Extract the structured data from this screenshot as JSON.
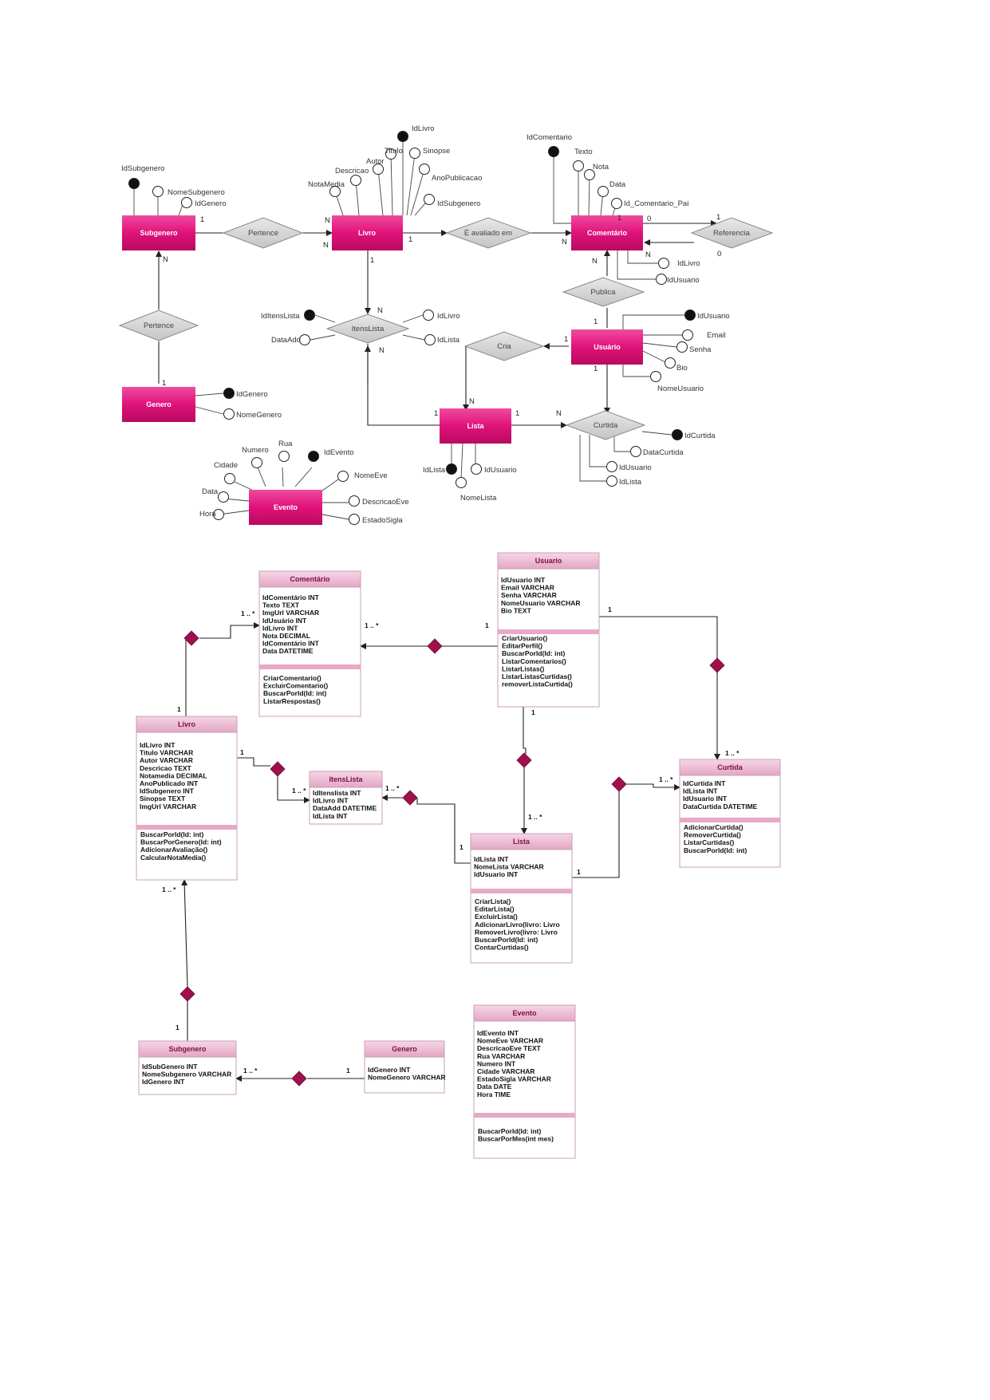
{
  "er": {
    "entities": {
      "subgenero": "Subgenero",
      "livro": "Livro",
      "comentario": "Comentário",
      "usuario": "Usuário",
      "genero": "Genero",
      "lista": "Lista",
      "evento": "Evento"
    },
    "relationships": {
      "pertence_top": "Pertence",
      "pertence_left": "Pertence",
      "avaliado": "É avaliado em",
      "referencia": "Referencia",
      "publica": "Publica",
      "itenslista": "ItensLista",
      "cria": "Cria",
      "curtida": "Curtida"
    },
    "attributes": {
      "subgenero": [
        "IdSubgenero",
        "NomeSubgenero",
        "IdGenero"
      ],
      "livro": [
        "IdLivro",
        "Sinopse",
        "Titulo",
        "AnoPublicacao",
        "Autor",
        "Descricao",
        "NotaMedia",
        "IdSubgenero"
      ],
      "comentario": [
        "IdComentario",
        "Texto",
        "Nota",
        "Data",
        "Id_Comentario_Pai",
        "IdLivro",
        "IdUsuario"
      ],
      "itenslista": [
        "IdItensLista",
        "IdLivro",
        "DataAdd",
        "IdLista"
      ],
      "usuario": [
        "IdUsuario",
        "Email",
        "Senha",
        "Bio",
        "NomeUsuario"
      ],
      "genero": [
        "IdGenero",
        "NomeGenero"
      ],
      "lista": [
        "IdLista",
        "IdUsuario",
        "NomeLista"
      ],
      "curtida": [
        "IdCurtida",
        "DataCurtida",
        "IdUsuario",
        "IdLista"
      ],
      "evento": [
        "Numero",
        "Rua",
        "IdEvento",
        "Cidade",
        "NomeEve",
        "Data",
        "DescricaoEve",
        "Hora",
        "EstadoSigla"
      ]
    },
    "cardinalities": [
      "1",
      "N",
      "N",
      "1",
      "N",
      "0",
      "1",
      "0",
      "N",
      "1",
      "1",
      "N",
      "N",
      "1",
      "1",
      "1",
      "1",
      "N",
      "N",
      "N",
      "1",
      "1",
      "N"
    ]
  },
  "uml": {
    "classes": {
      "comentario": {
        "title": "Comentário",
        "attrs": [
          "IdComentário INT",
          "Texto TEXT",
          "ImgUrl VARCHAR",
          "IdUsuário INT",
          "IdLivro INT",
          "Nota DECIMAL",
          "IdComentário INT",
          "Data DATETIME"
        ],
        "methods": [
          "CriarComentario()",
          "ExcluirComentario()",
          "BuscarPorId(Id: int)",
          "ListarRespostas()"
        ]
      },
      "usuario": {
        "title": "Usuario",
        "attrs": [
          "IdUsuario INT",
          "Email VARCHAR",
          "Senha VARCHAR",
          "NomeUsuario VARCHAR",
          "Bio TEXT"
        ],
        "methods": [
          "CriarUsuario()",
          "EditarPerfil()",
          "BuscarPorId(Id: int)",
          "ListarComentarios()",
          "ListarListas()",
          "ListarListasCurtidas()",
          "removerListaCurtida()"
        ]
      },
      "livro": {
        "title": "Livro",
        "attrs": [
          "IdLivro INT",
          "Titulo VARCHAR",
          "Autor VARCHAR",
          "Descricao TEXT",
          "Notamedia DECIMAL",
          "AnoPublicado INT",
          "IdSubgenero INT",
          "Sinopse TEXT",
          "ImgUrl VARCHAR"
        ],
        "methods": [
          "BuscarPorId(Id: int)",
          "BuscarPorGenero(Id: int)",
          "AdicionarAvaliação()",
          "CalcularNotaMedia()"
        ]
      },
      "itenslista": {
        "title": "ItensLista",
        "attrs": [
          "IdItenslista INT",
          "IdLivro INT",
          "DataAdd DATETIME",
          "IdLista INT"
        ],
        "methods": []
      },
      "curtida": {
        "title": "Curtida",
        "attrs": [
          "IdCurtida INT",
          "IdLista INT",
          "IdUsuario INT",
          "DataCurtida DATETIME"
        ],
        "methods": [
          "AdicionarCurtida()",
          "RemoverCurtida()",
          "ListarCurtidas()",
          "BuscarPorId(Id: int)"
        ]
      },
      "lista": {
        "title": "Lista",
        "attrs": [
          "IdLista INT",
          "NomeLista VARCHAR",
          "IdUsuario INT"
        ],
        "methods": [
          "CriarLista()",
          "EditarLista()",
          "ExcluirLista()",
          "AdicionarLivro(livro: Livro",
          "RemoverLivro(livro: Livro",
          "BuscarPorId(Id: int)",
          "ContarCurtidas()"
        ]
      },
      "evento": {
        "title": "Evento",
        "attrs": [
          "IdEvento INT",
          "NomeEve VARCHAR",
          "DescricaoEve TEXT",
          "Rua VARCHAR",
          "Numero INT",
          "Cidade VARCHAR",
          "EstadoSigla VARCHAR",
          "Data DATE",
          "Hora TIME"
        ],
        "methods": [
          "BuscarPorId(Id: int)",
          "BuscarPorMes(int mes)"
        ]
      },
      "subgenero": {
        "title": "Subgenero",
        "attrs": [
          "IdSubGenero INT",
          "NomeSubgenero VARCHAR",
          "IdGenero INT"
        ],
        "methods": []
      },
      "genero": {
        "title": "Genero",
        "attrs": [
          "IdGenero INT",
          "NomeGenero VARCHAR"
        ],
        "methods": []
      }
    },
    "multiplicities": [
      "1 .. *",
      "1",
      "1 .. *",
      "1",
      "1",
      "1",
      "1 .. *",
      "1 .. *",
      "1 .. *",
      "1",
      "1",
      "1 .. *",
      "1",
      "1 .. *",
      "1 .. *",
      "1",
      "1 .. *",
      "1"
    ]
  },
  "colors": {
    "entity_pink": "#e0127a",
    "relation_gray": "#d0d0d0",
    "uml_header": "#e9b6cf",
    "uml_border": "#c7a0b4",
    "diamond": "#a0104e"
  }
}
